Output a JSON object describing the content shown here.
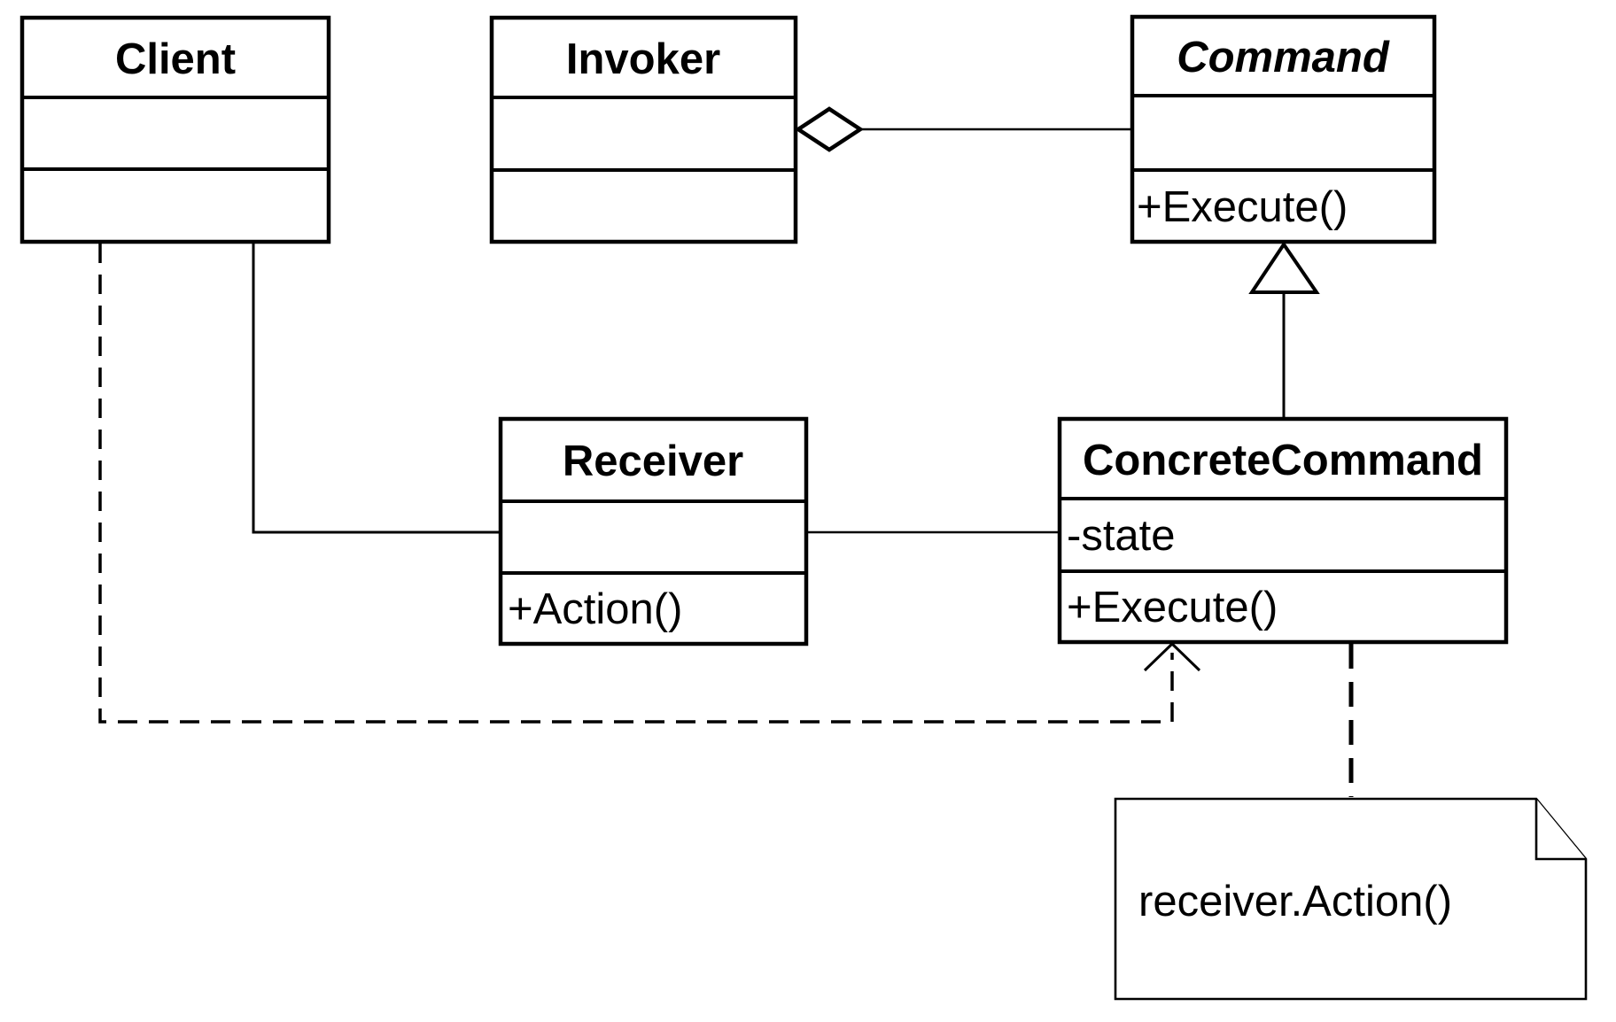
{
  "colors": {
    "stroke": "#000000",
    "background": "#ffffff"
  },
  "classes": {
    "client": {
      "name": "Client"
    },
    "invoker": {
      "name": "Invoker"
    },
    "command": {
      "name": "Command",
      "operation": "+Execute()"
    },
    "receiver": {
      "name": "Receiver",
      "operation": "+Action()"
    },
    "concrete_command": {
      "name": "ConcreteCommand",
      "attribute": "-state",
      "operation": "+Execute()"
    }
  },
  "note": {
    "text": "receiver.Action()"
  }
}
